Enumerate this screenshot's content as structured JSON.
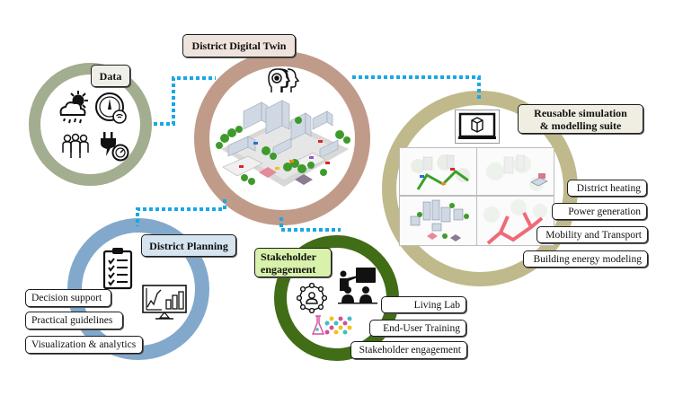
{
  "diagram": {
    "hub": {
      "title": "District Digital Twin",
      "ring_color": "#c19b89",
      "label_bg": "#efe4dd",
      "icons": [
        "digital-twin-heads-icon",
        "isometric-city-illustration"
      ]
    },
    "modules": [
      {
        "id": "data",
        "title": "Data",
        "ring_color": "#a3ad8f",
        "label_bg": "#eef0e8",
        "icons": [
          "weather-sun-cloud-rain-icon",
          "smart-meter-gauge-icon",
          "people-group-icon",
          "power-plug-gauge-icon"
        ],
        "items": []
      },
      {
        "id": "simulation",
        "title_line1": "Reusable simulation",
        "title_line2": "& modelling suite",
        "ring_color": "#c0b98b",
        "label_bg": "#f0eee2",
        "icons": [
          "laptop-3d-cube-icon"
        ],
        "tiles": [
          "district-heating-map",
          "power-generation-map",
          "building-energy-map",
          "mobility-transport-map"
        ],
        "items": [
          "District heating",
          "Power generation",
          "Mobility and Transport",
          "Building energy modeling"
        ]
      },
      {
        "id": "planning",
        "title": "District Planning",
        "ring_color": "#82a8cc",
        "label_bg": "#d6e4ef",
        "icons": [
          "clipboard-checklist-icon",
          "analytics-monitor-icon"
        ],
        "items": [
          "Decision support",
          "Practical guidelines",
          "Visualization & analytics"
        ]
      },
      {
        "id": "stakeholder",
        "title_line1": "Stakeholder",
        "title_line2": "engagement",
        "ring_color": "#416d16",
        "label_bg": "#d8f1ab",
        "icons": [
          "network-people-icon",
          "teacher-students-icon",
          "lab-flask-molecules-icon"
        ],
        "items": [
          "Living Lab",
          "End-User Training",
          "Stakeholder engagement"
        ]
      }
    ],
    "connector_color": "#1aa7e6"
  }
}
